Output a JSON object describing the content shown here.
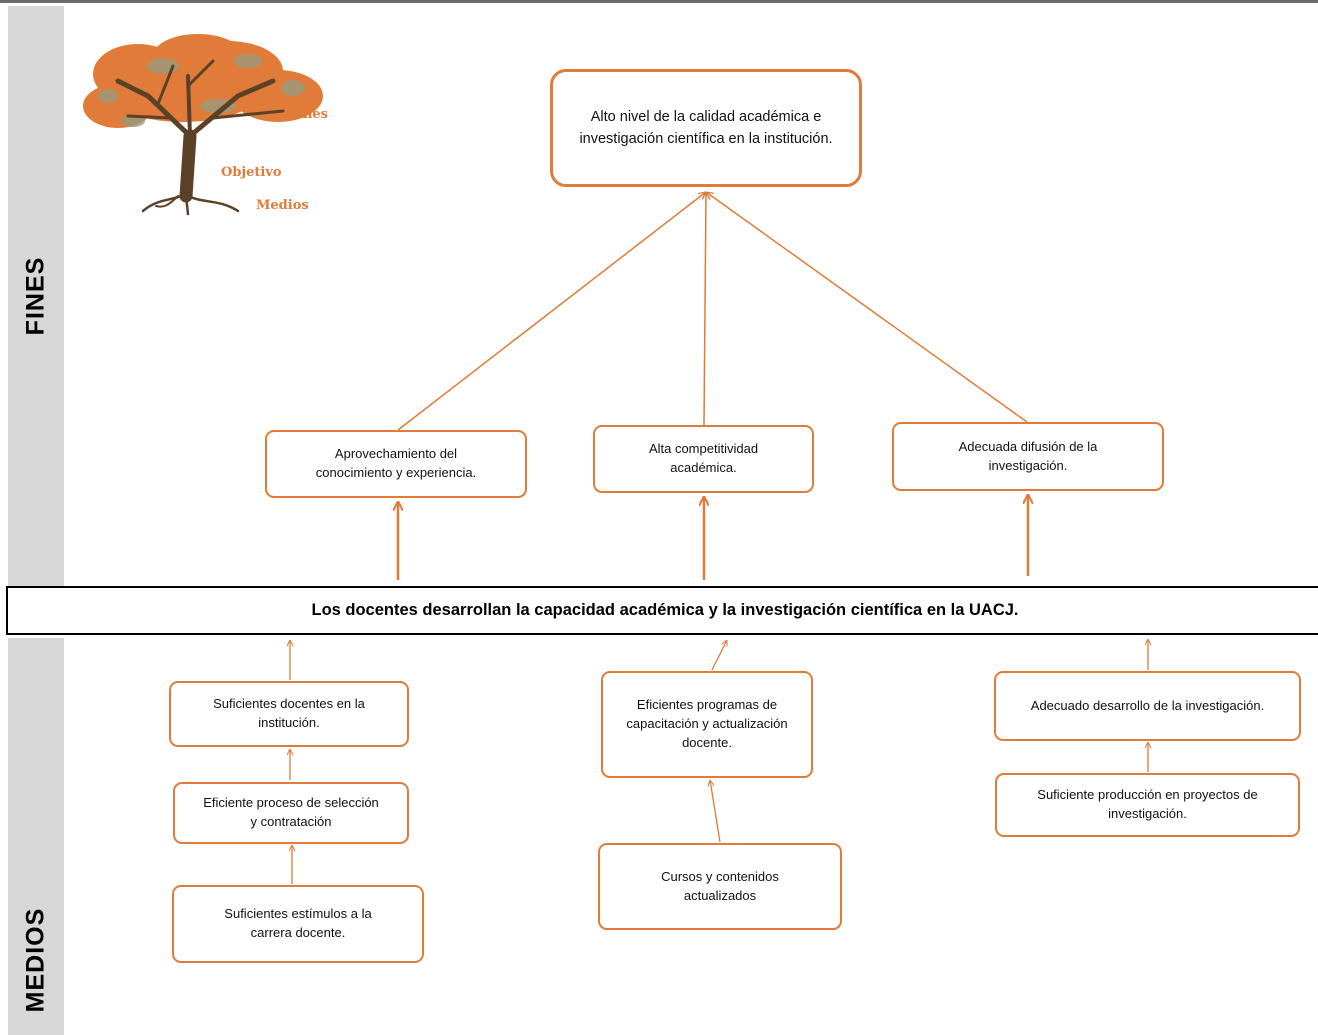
{
  "side_labels": {
    "fines": "FINES",
    "medios": "MEDIOS"
  },
  "legend": {
    "fines": "Fines",
    "objetivo": "Objetivo",
    "medios": "Medios"
  },
  "objective": "Los docentes desarrollan la capacidad académica y la investigación científica en la UACJ.",
  "ends": {
    "main": "Alto nivel de la calidad académica e investigación científica en la institución.",
    "items": [
      "Aprovechamiento del conocimiento y experiencia.",
      "Alta competitividad académica.",
      "Adecuada difusión de la investigación."
    ]
  },
  "means": {
    "left": [
      "Suficientes docentes en la institución.",
      "Eficiente proceso de selección y contratación",
      "Suficientes estímulos a la carrera docente."
    ],
    "center": [
      "Eficientes programas de capacitación y actualización docente.",
      "Cursos y contenidos actualizados"
    ],
    "right": [
      "Adecuado desarrollo de la investigación.",
      "Suficiente producción en proyectos de investigación."
    ]
  },
  "colors": {
    "accent": "#e07b39",
    "sidebar": "#d7d7d7",
    "trunk": "#5a4128"
  }
}
